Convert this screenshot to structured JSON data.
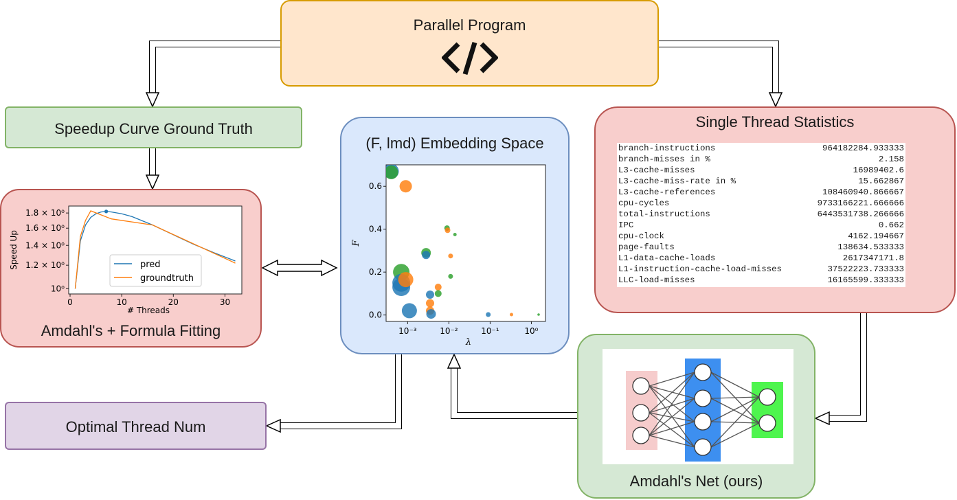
{
  "diagram": {
    "parallel_program": {
      "label": "Parallel Program",
      "icon": "code-icon"
    },
    "speedup_ground_truth": {
      "label": "Speedup Curve Ground Truth"
    },
    "amdahl_fitting": {
      "label": "Amdahl's + Formula Fitting"
    },
    "embedding_space": {
      "label": "(F, lmd) Embedding Space"
    },
    "single_thread_stats": {
      "label": "Single Thread Statistics",
      "rows": [
        {
          "name": "branch-instructions",
          "value": "964182284.933333"
        },
        {
          "name": "branch-misses in %",
          "value": "2.158"
        },
        {
          "name": "L3-cache-misses",
          "value": "16989402.6"
        },
        {
          "name": "L3-cache-miss-rate in %",
          "value": "15.662867"
        },
        {
          "name": "L3-cache-references",
          "value": "108460940.866667"
        },
        {
          "name": "cpu-cycles",
          "value": "9733166221.666666"
        },
        {
          "name": "total-instructions",
          "value": "6443531738.266666"
        },
        {
          "name": "IPC",
          "value": "0.662"
        },
        {
          "name": "cpu-clock",
          "value": "4162.194667"
        },
        {
          "name": "page-faults",
          "value": "138634.533333"
        },
        {
          "name": "L1-data-cache-loads",
          "value": "2617347171.8"
        },
        {
          "name": "L1-instruction-cache-load-misses",
          "value": "37522223.733333"
        },
        {
          "name": "LLC-load-misses",
          "value": "16165599.333333"
        }
      ]
    },
    "optimal_thread": {
      "label": "Optimal Thread Num"
    },
    "amdahl_net": {
      "label": "Amdahl's Net (ours)",
      "layers": [
        3,
        4,
        2
      ]
    },
    "colors": {
      "blue": "#1f77b4",
      "orange": "#ff7f0e",
      "green": "#2ca02c"
    }
  },
  "chart_data": [
    {
      "type": "line",
      "xlabel": "# Threads",
      "ylabel": "Speed Up",
      "xlim": [
        0,
        33
      ],
      "xticks": [
        "0",
        "10",
        "20",
        "30"
      ],
      "yticks": [
        "10⁰",
        "1.2 × 10⁰",
        "1.4 × 10⁰",
        "1.6 × 10⁰",
        "1.8 × 10⁰"
      ],
      "ylog": true,
      "legend": "bottom-right",
      "series": [
        {
          "name": "pred",
          "color": "#1f77b4",
          "x": [
            1,
            2,
            3,
            4,
            5,
            6,
            7,
            8,
            10,
            12,
            16,
            20,
            24,
            28,
            32
          ],
          "y": [
            1.0,
            1.45,
            1.64,
            1.74,
            1.79,
            1.815,
            1.822,
            1.815,
            1.79,
            1.75,
            1.64,
            1.52,
            1.41,
            1.32,
            1.24
          ]
        },
        {
          "name": "groundtruth",
          "color": "#ff7f0e",
          "x": [
            1,
            2,
            3,
            4,
            8,
            16,
            32
          ],
          "y": [
            1.0,
            1.5,
            1.7,
            1.83,
            1.72,
            1.64,
            1.22
          ]
        }
      ],
      "marker": {
        "x": 7,
        "y": 1.822
      }
    },
    {
      "type": "scatter",
      "xlabel": "λ",
      "ylabel": "F",
      "xlog": true,
      "xlim": [
        0.0003,
        2.2
      ],
      "ylim": [
        -0.03,
        0.7
      ],
      "xticks": [
        "10⁻³",
        "10⁻²",
        "10⁻¹",
        "10⁰"
      ],
      "yticks": [
        "0.0",
        "0.2",
        "0.4",
        "0.6"
      ],
      "points": [
        {
          "x": 0.0004,
          "y": 0.67,
          "r": 11,
          "c": "blue"
        },
        {
          "x": 0.0004,
          "y": 0.665,
          "r": 10,
          "c": "green"
        },
        {
          "x": 0.0009,
          "y": 0.6,
          "r": 9,
          "c": "orange"
        },
        {
          "x": 0.0007,
          "y": 0.2,
          "r": 12,
          "c": "green"
        },
        {
          "x": 0.0007,
          "y": 0.15,
          "r": 13,
          "c": "blue"
        },
        {
          "x": 0.0007,
          "y": 0.13,
          "r": 13,
          "c": "blue"
        },
        {
          "x": 0.0009,
          "y": 0.165,
          "r": 11,
          "c": "orange"
        },
        {
          "x": 0.0011,
          "y": 0.02,
          "r": 11,
          "c": "blue"
        },
        {
          "x": 0.0028,
          "y": 0.29,
          "r": 7,
          "c": "green"
        },
        {
          "x": 0.0028,
          "y": 0.28,
          "r": 6,
          "c": "blue"
        },
        {
          "x": 0.0035,
          "y": 0.095,
          "r": 6,
          "c": "blue"
        },
        {
          "x": 0.0035,
          "y": 0.055,
          "r": 6,
          "c": "orange"
        },
        {
          "x": 0.0035,
          "y": 0.02,
          "r": 6,
          "c": "orange"
        },
        {
          "x": 0.0037,
          "y": 0.005,
          "r": 7,
          "c": "blue"
        },
        {
          "x": 0.0055,
          "y": 0.13,
          "r": 5,
          "c": "orange"
        },
        {
          "x": 0.0055,
          "y": 0.1,
          "r": 5,
          "c": "green"
        },
        {
          "x": 0.009,
          "y": 0.405,
          "r": 4,
          "c": "green"
        },
        {
          "x": 0.0093,
          "y": 0.395,
          "r": 4,
          "c": "orange"
        },
        {
          "x": 0.011,
          "y": 0.275,
          "r": 3.5,
          "c": "orange"
        },
        {
          "x": 0.011,
          "y": 0.18,
          "r": 3.5,
          "c": "green"
        },
        {
          "x": 0.014,
          "y": 0.375,
          "r": 2.5,
          "c": "green"
        },
        {
          "x": 0.09,
          "y": 0.002,
          "r": 3.5,
          "c": "blue"
        },
        {
          "x": 0.33,
          "y": 0.002,
          "r": 2.5,
          "c": "orange"
        },
        {
          "x": 1.5,
          "y": 0.002,
          "r": 1.8,
          "c": "green"
        }
      ]
    }
  ]
}
